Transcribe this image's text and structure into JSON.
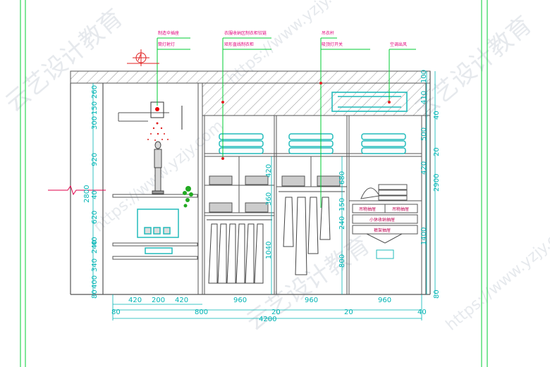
{
  "colors": {
    "wall": "#555555",
    "dimension": "#00b4b4",
    "leader": "#00cc33",
    "note": "#e0007a",
    "fixture": "#33cccc",
    "hatch": "#666666"
  },
  "callouts": [
    "制造伞插座",
    "筒灯射灯",
    "衣服收纳区制衣柜铰链",
    "矩形直线制衣柜",
    "吊衣杆",
    "吸顶灯开关",
    "空调出风"
  ],
  "labels": {
    "drawer_a": "吊物抽屉",
    "drawer_b": "吊物抽屉",
    "drawer_c": "小休收纳抽屉",
    "drawer_d": "裤架抽屉"
  },
  "dims": {
    "left_v": [
      "260",
      "150",
      "300",
      "920",
      "40",
      "620",
      "40",
      "240",
      "340",
      "400",
      "80"
    ],
    "left_v_total": "2800",
    "right_v": [
      "100",
      "410",
      "40",
      "500",
      "20",
      "420",
      "2900",
      "1400",
      "80"
    ],
    "mid_v": [
      "420",
      "360",
      "1040",
      "680",
      "150",
      "240",
      "800"
    ],
    "bottom_row1": [
      "420",
      "200",
      "420"
    ],
    "bottom_row2": [
      "80",
      "800",
      "960",
      "20",
      "960",
      "20",
      "960",
      "40"
    ],
    "total": "4200"
  },
  "watermarks": [
    "云艺设计教育",
    "https://www.yzjy.com"
  ]
}
